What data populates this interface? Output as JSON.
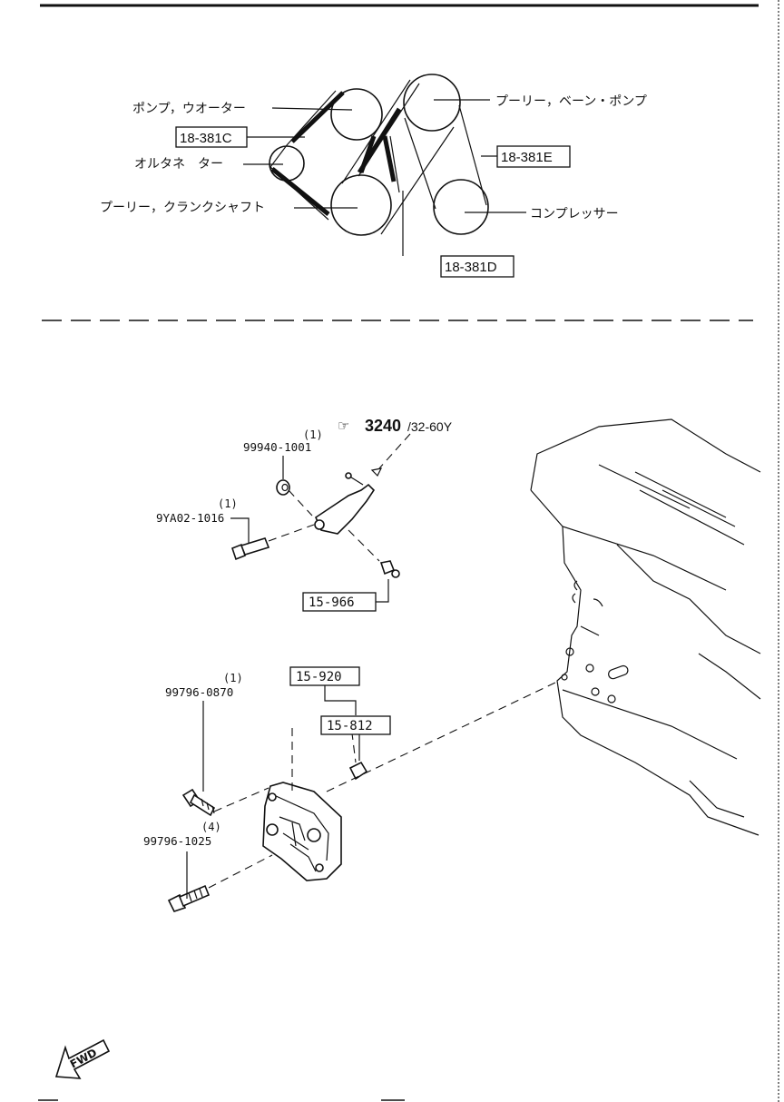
{
  "belt_diagram": {
    "labels": {
      "water_pump": "ポンプ，ウオーター",
      "alternator": "オルタネ　ター",
      "crank_pulley": "プーリー，クランクシャフト",
      "ps_pump_pulley": "プーリー，ベーン・ポンプ",
      "compressor": "コンプレッサー"
    },
    "refs": {
      "belt_c": "18-381C",
      "belt_d": "18-381D",
      "belt_e": "18-381E"
    }
  },
  "parts_diagram": {
    "see_ref": {
      "icon": "pointing-hand-icon",
      "number": "3240",
      "suffix": "/32-60Y"
    },
    "parts": [
      {
        "qty": "(1)",
        "number": "99940-1001"
      },
      {
        "qty": "(1)",
        "number": "9YA02-1016"
      },
      {
        "qty": "(1)",
        "number": "99796-0870"
      },
      {
        "qty": "(4)",
        "number": "99796-1025"
      }
    ],
    "refs": {
      "bracket_ref": "15-966",
      "mount_ref": "15-920",
      "cap_ref": "15-812"
    }
  },
  "fwd_label": "FWD"
}
